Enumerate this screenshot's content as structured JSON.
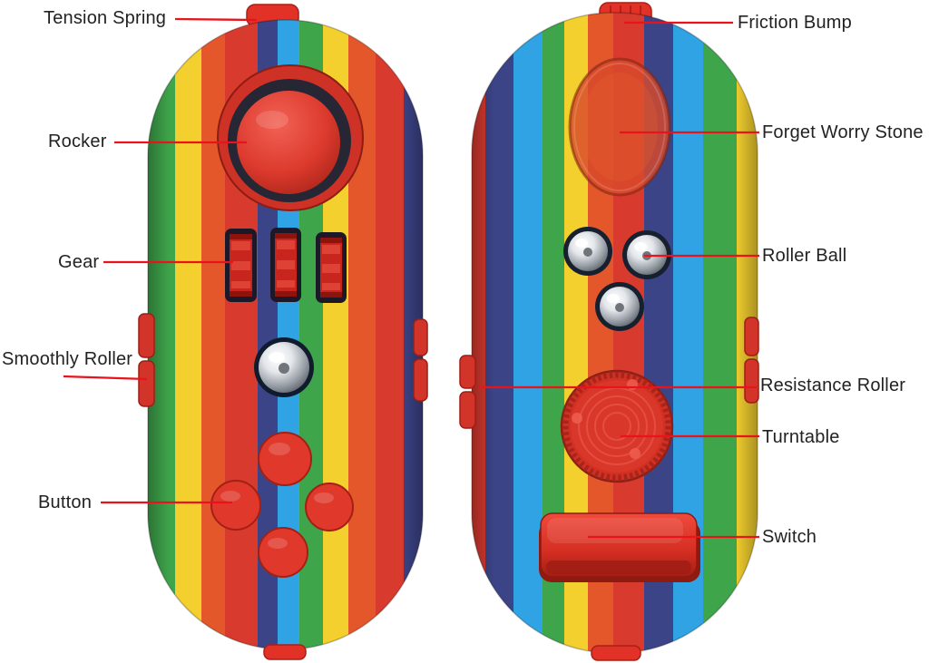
{
  "annotations": {
    "left": [
      {
        "label": "Tension Spring"
      },
      {
        "label": "Rocker"
      },
      {
        "label": "Gear"
      },
      {
        "label": "Smoothly Roller"
      },
      {
        "label": "Button"
      }
    ],
    "right": [
      {
        "label": "Friction Bump"
      },
      {
        "label": "Forget Worry Stone"
      },
      {
        "label": "Roller Ball"
      },
      {
        "label": "Resistance Roller"
      },
      {
        "label": "Turntable"
      },
      {
        "label": "Switch"
      }
    ]
  },
  "colors": {
    "background": "#ffffff",
    "leader_line": "#e8131b",
    "label_text": "#222222",
    "device_red": "#d93a2e",
    "metal_silver": "#c9ccd2"
  },
  "illustration": {
    "left_stripes": [
      "#3fa54b",
      "#f3d02e",
      "#e4572b",
      "#d93a2e",
      "#3c4488",
      "#2fa3e3",
      "#3fa54b",
      "#f3d02e",
      "#e4572b",
      "#d93a2e",
      "#3c4488"
    ],
    "right_stripes": [
      "#d93a2e",
      "#3c4488",
      "#2fa3e3",
      "#3fa54b",
      "#f3d02e",
      "#e4572b",
      "#d93a2e",
      "#3c4488",
      "#2fa3e3",
      "#3fa54b",
      "#f3d02e"
    ]
  }
}
